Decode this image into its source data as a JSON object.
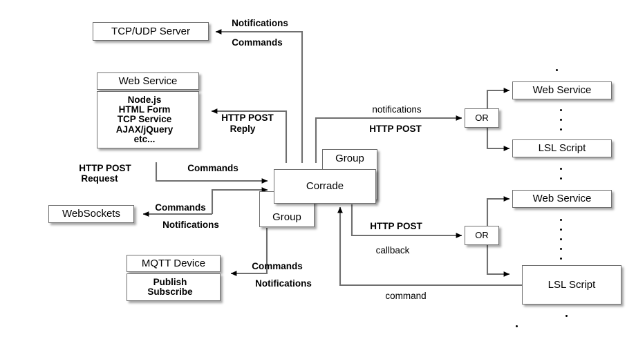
{
  "diagram": {
    "title": "Corrade integration architecture",
    "stroke_color": "#6f6f6f",
    "text_color": "#000000",
    "background": "#ffffff"
  },
  "nodes": {
    "tcp_udp_server": "TCP/UDP Server",
    "web_service_left": "Web Service",
    "web_service_detail_lines": [
      "Node.js",
      "HTML Form",
      "TCP Service",
      "AJAX/jQuery",
      "etc..."
    ],
    "websockets": "WebSockets",
    "mqtt_device": "MQTT Device",
    "mqtt_detail_lines": [
      "Publish",
      "Subscribe"
    ],
    "corrade": "Corrade",
    "group_top": "Group",
    "group_bottom": "Group",
    "or_top": "OR",
    "or_bottom": "OR",
    "web_service_top_right": "Web Service",
    "lsl_script_top_right": "LSL Script",
    "web_service_mid_right": "Web Service",
    "lsl_script_bottom_right": "LSL Script"
  },
  "edge_labels": {
    "notifications_top": "Notifications",
    "commands_top": "Commands",
    "http_post_reply_1": "HTTP POST",
    "http_post_reply_2": "Reply",
    "http_post_request_1": "HTTP POST",
    "http_post_request_2": "Request",
    "commands_in": "Commands",
    "commands_ws": "Commands",
    "notifications_ws": "Notifications",
    "commands_mqtt": "Commands",
    "notifications_mqtt": "Notifications",
    "notifications_out": "notifications",
    "http_post_out": "HTTP POST",
    "http_post_callback_1": "HTTP POST",
    "http_post_callback_2": "callback",
    "command_in_bottom": "command"
  },
  "ellipses": {
    "top_right_single": ".",
    "between_top_right": "...",
    "between_mid": "..",
    "below_mid": ".....",
    "bottom_right": ".",
    "bottom_center": "."
  }
}
